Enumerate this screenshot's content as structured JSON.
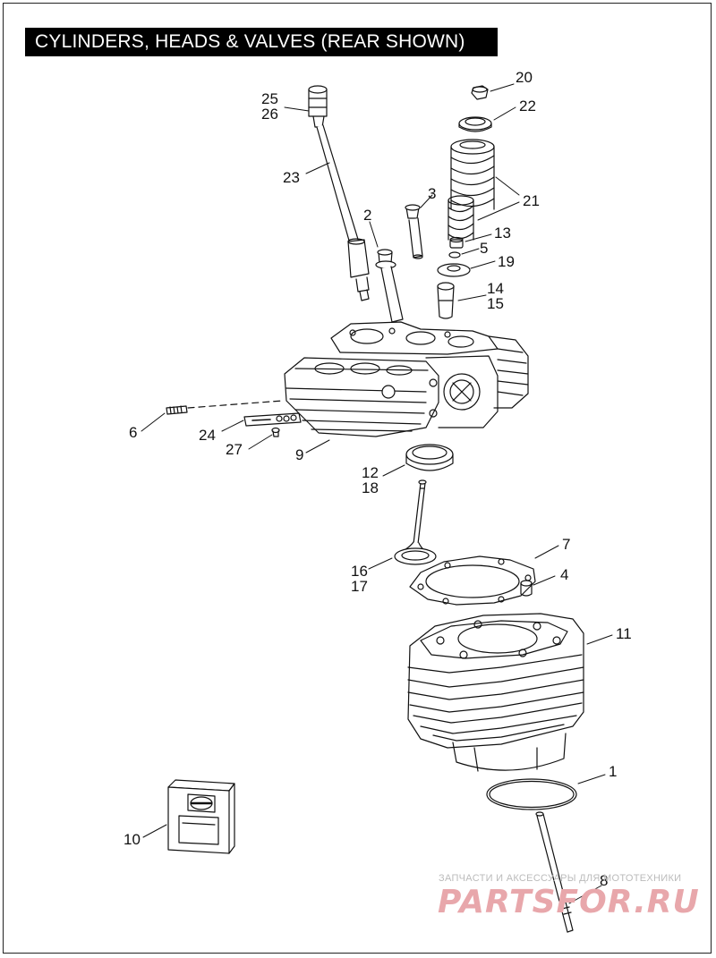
{
  "title": "CYLINDERS, HEADS & VALVES (REAR SHOWN)",
  "callouts": {
    "c1": "1",
    "c2": "2",
    "c3": "3",
    "c4": "4",
    "c5": "5",
    "c6": "6",
    "c7": "7",
    "c8": "8",
    "c9": "9",
    "c10": "10",
    "c11": "11",
    "c12": "12",
    "c13": "13",
    "c14": "14",
    "c15": "15",
    "c16": "16",
    "c17": "17",
    "c18": "18",
    "c19": "19",
    "c20": "20",
    "c21": "21",
    "c22": "22",
    "c23": "23",
    "c24": "24",
    "c25": "25",
    "c26": "26",
    "c27": "27"
  },
  "watermark": {
    "tagline": "ЗАПЧАСТИ И АКСЕССУАРЫ ДЛЯ МОТОТЕХНИКИ",
    "brand": "PARTSFOR.RU"
  },
  "colors": {
    "line": "#111111",
    "watermark": "#e8a7ab",
    "title_bg": "#000000"
  }
}
